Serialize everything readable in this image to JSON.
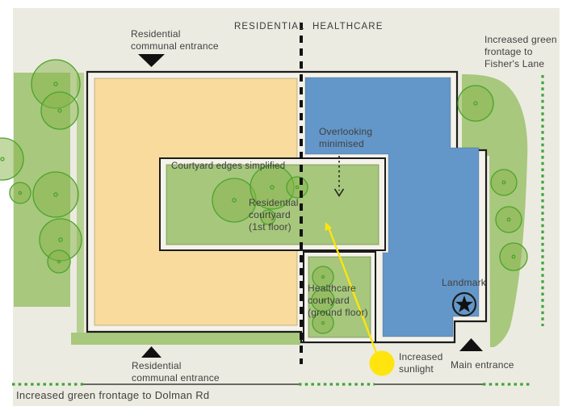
{
  "diagram": {
    "sections": {
      "residential": "RESIDENTIAL",
      "healthcare": "HEALTHCARE"
    },
    "labels": {
      "top_entrance": "Residential\ncommunal entrance",
      "fishers_lane": "Increased green\nfrontage to\nFisher's Lane",
      "overlooking": "Overlooking\nminimised",
      "courtyard_edges": "Courtyard edges simplified",
      "residential_courtyard": "Residential\ncourtyard\n(1st floor)",
      "healthcare_courtyard": "Healthcare\ncourtyard\n(ground floor)",
      "landmark": "Landmark",
      "increased_sunlight": "Increased\nsunlight",
      "main_entrance": "Main entrance",
      "bottom_entrance": "Residential\ncommunal entrance",
      "dolman_road": "Increased green frontage to Dolman Rd"
    },
    "colors": {
      "background": "#ECEBE1",
      "building_inner": "#F4F2E9",
      "residential_fill": "#F8DB9D",
      "healthcare_fill": "#6497C9",
      "courtyard_green": "#A6C77C",
      "strip_green": "#A8C87D",
      "strip_green_light": "#B7D194",
      "tree_fill": "#86B349",
      "tree_stroke": "#4BA32C",
      "frontage_dot_green": "#3EA43B",
      "sunlight_yellow": "#FFE40E",
      "outline_black": "#1C1C1C",
      "text_gray": "#3F3F3F"
    }
  }
}
